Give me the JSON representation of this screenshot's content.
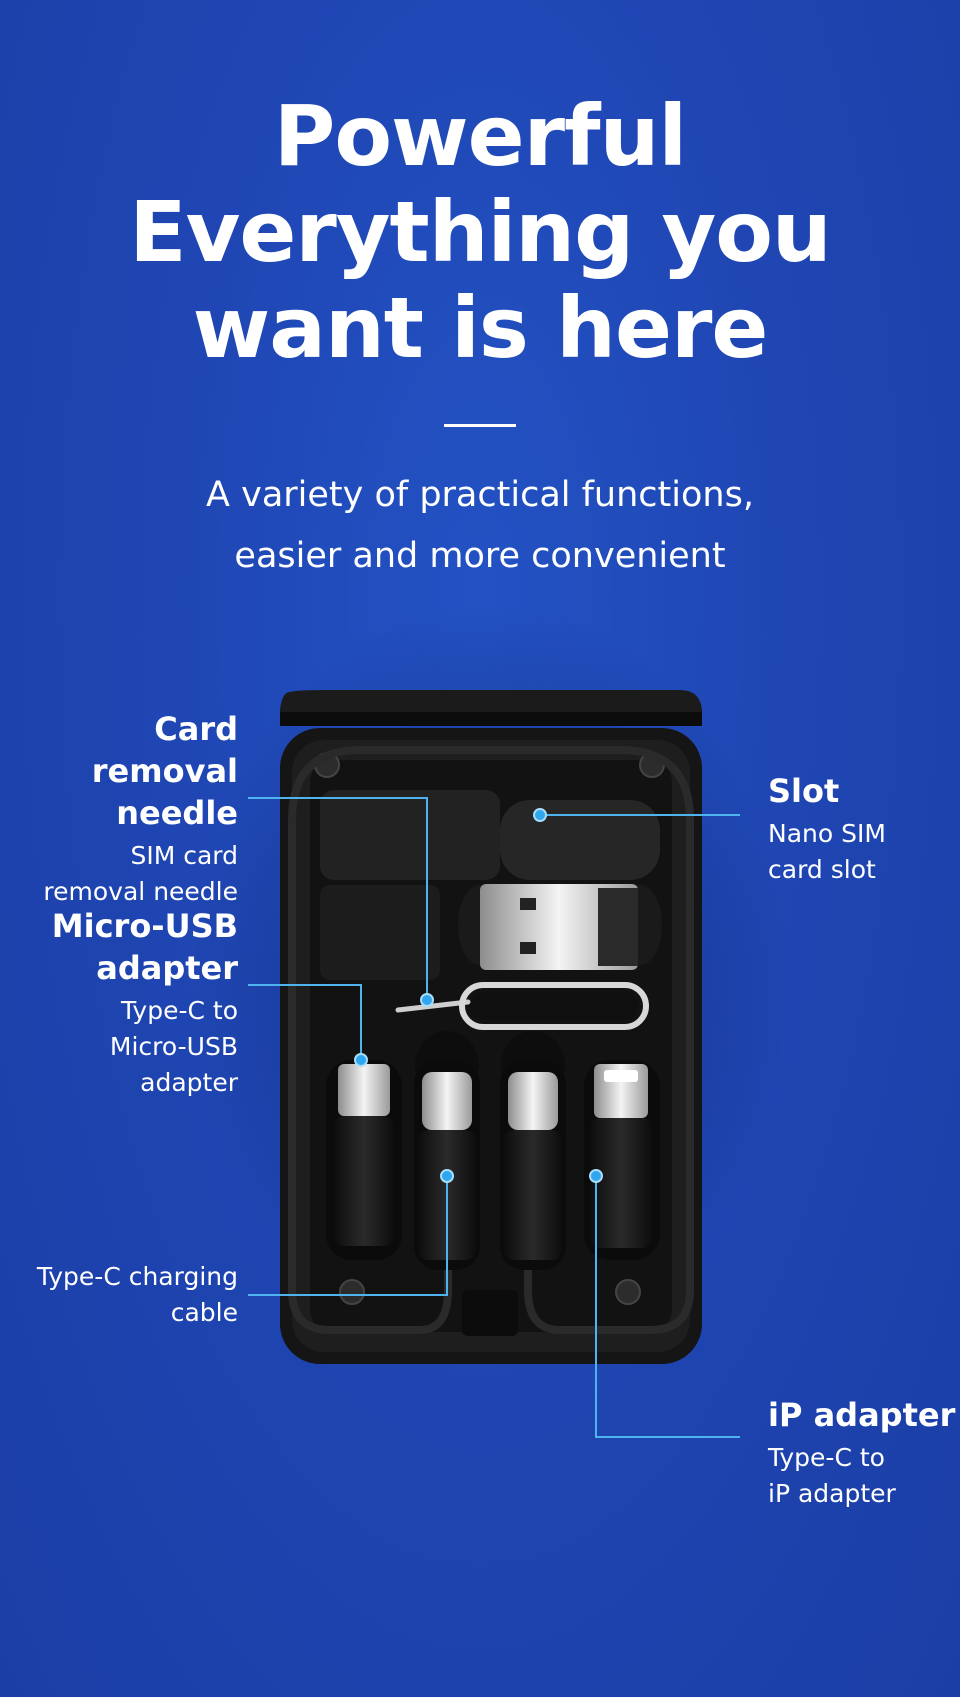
{
  "headline": {
    "line1": "Powerful",
    "line2": "Everything you",
    "line3": "want is here"
  },
  "subheadline": {
    "line1": "A variety of practical functions,",
    "line2": "easier and more convenient"
  },
  "callouts": {
    "card_removal": {
      "title_line1": "Card removal",
      "title_line2": "needle",
      "desc_line1": "SIM card",
      "desc_line2": "removal needle"
    },
    "micro_usb": {
      "title_line1": "Micro-USB",
      "title_line2": "adapter",
      "desc_line1": "Type-C to",
      "desc_line2": "Micro-USB",
      "desc_line3": "adapter"
    },
    "charging_cable": {
      "desc_line1": "Type-C charging",
      "desc_line2": "cable"
    },
    "slot": {
      "title": "Slot",
      "desc_line1": "Nano SIM",
      "desc_line2": "card slot"
    },
    "ip_adapter": {
      "title": "iP adapter",
      "desc_line1": "Type-C to",
      "desc_line2": "iP adapter"
    }
  },
  "colors": {
    "background": "#1f46b3",
    "callout_line": "#4fb3f0",
    "callout_dot": "#2fa6ee",
    "device": "#141414"
  }
}
